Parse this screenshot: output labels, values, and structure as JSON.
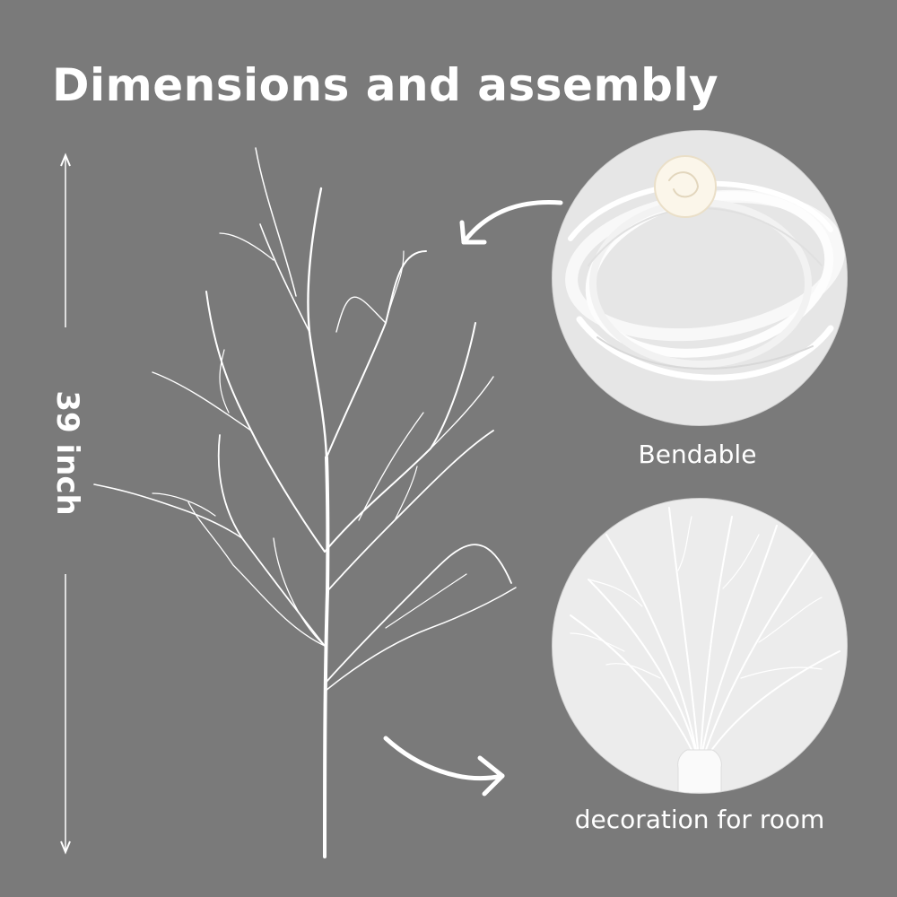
{
  "title": "Dimensions and assembly",
  "height_label": "39 inch",
  "captions": {
    "bendable": "Bendable",
    "decoration": "decoration for room"
  },
  "colors": {
    "background": "#7a7a7a",
    "text": "#ffffff",
    "branch": "#ffffff"
  },
  "icons": [
    "double-arrow-icon",
    "curved-arrow-icon"
  ]
}
